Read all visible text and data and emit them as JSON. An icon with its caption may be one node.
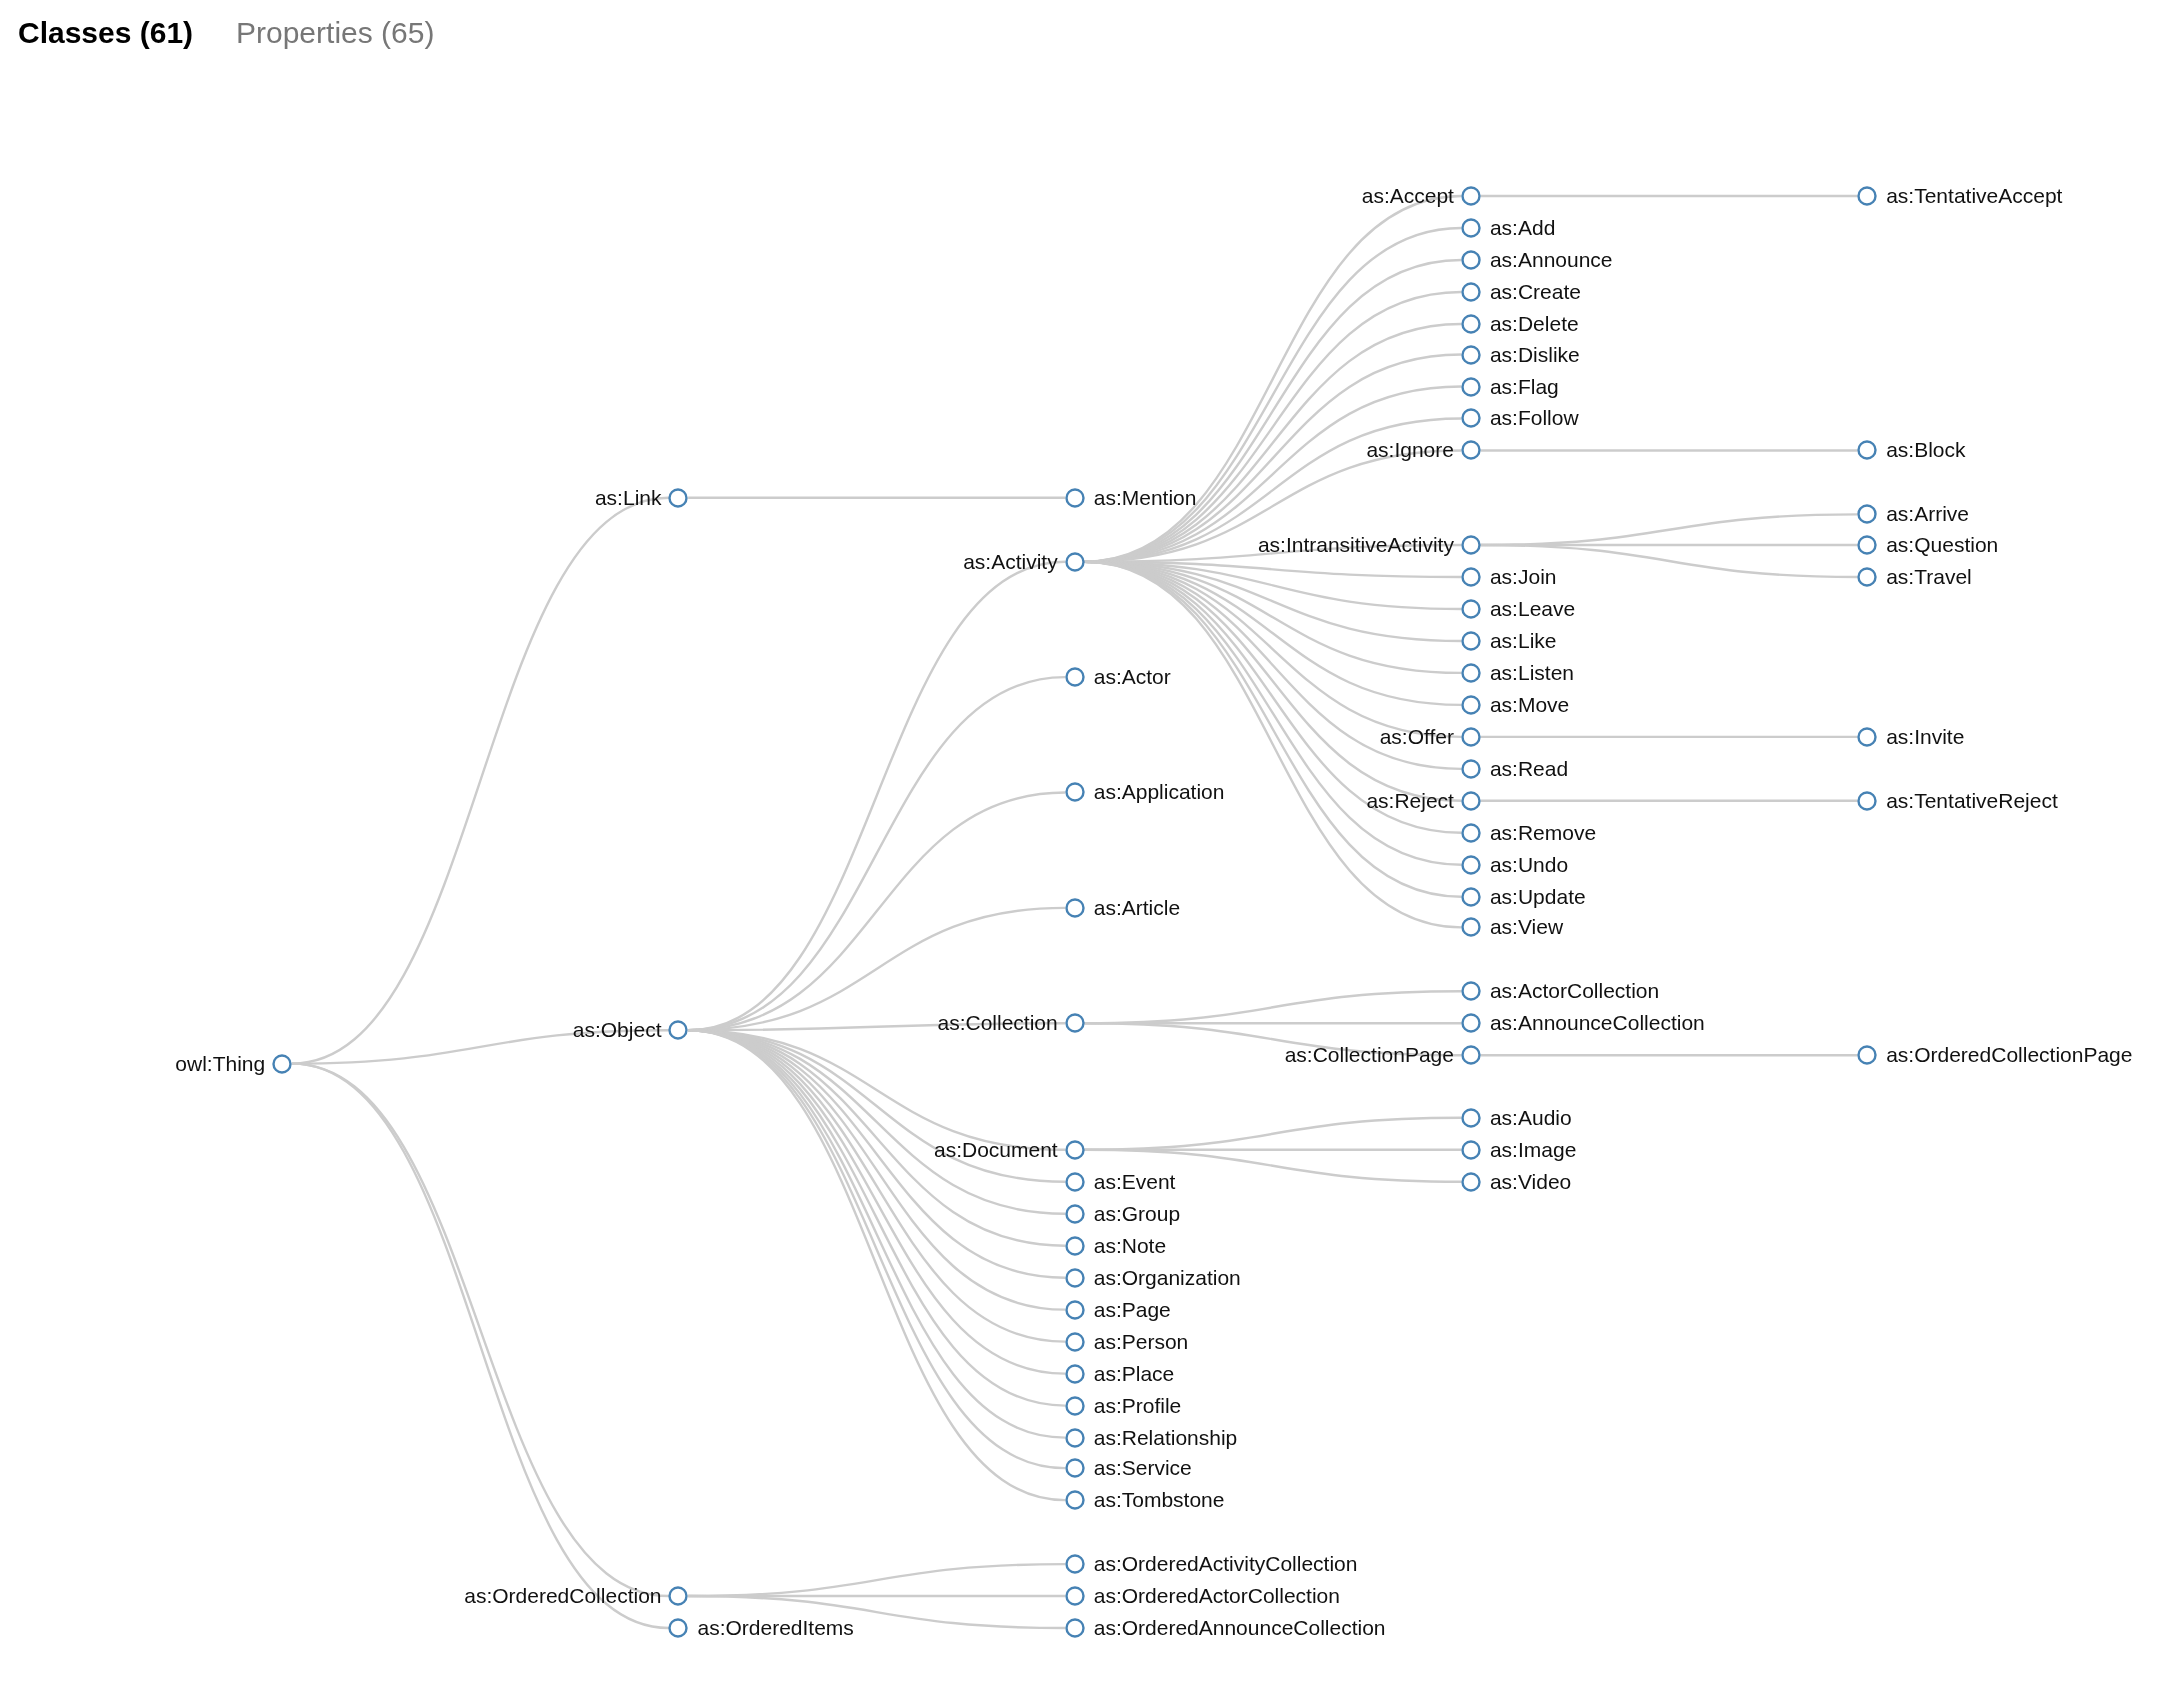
{
  "diagram": {
    "nodes": [
      {
        "text": [
          "owl:Thing"
        ]
      },
      {
        "text": [
          "as:Link"
        ]
      },
      {
        "text": [
          "as:Mention"
        ]
      },
      {
        "text": [
          "as:Object"
        ]
      },
      {
        "text": [
          "as:Activity"
        ]
      },
      {
        "text": [
          "as:Accept"
        ]
      },
      {
        "text": [
          "as:TentativeAccept"
        ]
      },
      {
        "text": [
          "as:Add"
        ]
      },
      {
        "text": [
          "as:Announce"
        ]
      },
      {
        "text": [
          "as:Create"
        ]
      },
      {
        "text": [
          "as:Delete"
        ]
      },
      {
        "text": [
          "as:Dislike"
        ]
      },
      {
        "text": [
          "as:Flag"
        ]
      },
      {
        "text": [
          "as:Follow"
        ]
      },
      {
        "text": [
          "as:Ignore"
        ]
      },
      {
        "text": [
          "as:Block"
        ]
      },
      {
        "text": [
          "as:IntransitiveActivity"
        ]
      },
      {
        "text": [
          "as:Arrive"
        ]
      },
      {
        "text": [
          "as:Question"
        ]
      },
      {
        "text": [
          "as:Travel"
        ]
      },
      {
        "text": [
          "as:Join"
        ]
      },
      {
        "text": [
          "as:Leave"
        ]
      },
      {
        "text": [
          "as:Like"
        ]
      },
      {
        "text": [
          "as:Listen"
        ]
      },
      {
        "text": [
          "as:Move"
        ]
      },
      {
        "text": [
          "as:Offer"
        ]
      },
      {
        "text": [
          "as:Invite"
        ]
      },
      {
        "text": [
          "as:Read"
        ]
      },
      {
        "text": [
          "as:Reject"
        ]
      },
      {
        "text": [
          "as:TentativeReject"
        ]
      },
      {
        "text": [
          "as:Remove"
        ]
      },
      {
        "text": [
          "as:Undo"
        ]
      },
      {
        "text": [
          "as:Update"
        ]
      },
      {
        "text": [
          "as:View"
        ]
      },
      {
        "text": [
          "as:Actor"
        ]
      },
      {
        "text": [
          "as:Application"
        ]
      },
      {
        "text": [
          "as:Article"
        ]
      },
      {
        "text": [
          "as:Collection"
        ]
      },
      {
        "text": [
          "as:ActorCollection"
        ]
      },
      {
        "text": [
          "as:AnnounceCollection"
        ]
      },
      {
        "text": [
          "as:CollectionPage"
        ]
      },
      {
        "text": [
          "as:OrderedCollectionPage"
        ]
      },
      {
        "text": [
          "as:Document"
        ]
      },
      {
        "text": [
          "as:Audio"
        ]
      },
      {
        "text": [
          "as:Image"
        ]
      },
      {
        "text": [
          "as:Video"
        ]
      },
      {
        "text": [
          "as:Event"
        ]
      },
      {
        "text": [
          "as:Group"
        ]
      },
      {
        "text": [
          "as:Note"
        ]
      },
      {
        "text": [
          "as:Organization"
        ]
      },
      {
        "text": [
          "as:Page"
        ]
      },
      {
        "text": [
          "as:Person"
        ]
      },
      {
        "text": [
          "as:Place"
        ]
      },
      {
        "text": [
          "as:Profile"
        ]
      },
      {
        "text": [
          "as:Relationship"
        ]
      },
      {
        "text": [
          "as:Service"
        ]
      },
      {
        "text": [
          "as:Tombstone"
        ]
      },
      {
        "text": [
          "as:OrderedCollection"
        ]
      },
      {
        "text": [
          "as:OrderedActivityCollection"
        ]
      },
      {
        "text": [
          "as:OrderedActorCollection"
        ]
      },
      {
        "text": [
          "as:OrderedAnnounceCollection"
        ]
      },
      {
        "text": [
          "as:OrderedItems"
        ]
      }
    ],
    "edges": [
      {
        "from": 0,
        "to": 1,
        "arrow": "none"
      },
      {
        "from": 0,
        "to": 3,
        "arrow": "none"
      },
      {
        "from": 0,
        "to": 57,
        "arrow": "none"
      },
      {
        "from": 0,
        "to": 61,
        "arrow": "none"
      },
      {
        "from": 1,
        "to": 2,
        "arrow": "none"
      },
      {
        "from": 3,
        "to": 4,
        "arrow": "none"
      },
      {
        "from": 3,
        "to": 34,
        "arrow": "none"
      },
      {
        "from": 3,
        "to": 35,
        "arrow": "none"
      },
      {
        "from": 3,
        "to": 36,
        "arrow": "none"
      },
      {
        "from": 3,
        "to": 37,
        "arrow": "none"
      },
      {
        "from": 3,
        "to": 42,
        "arrow": "none"
      },
      {
        "from": 3,
        "to": 46,
        "arrow": "none"
      },
      {
        "from": 3,
        "to": 47,
        "arrow": "none"
      },
      {
        "from": 3,
        "to": 48,
        "arrow": "none"
      },
      {
        "from": 3,
        "to": 49,
        "arrow": "none"
      },
      {
        "from": 3,
        "to": 50,
        "arrow": "none"
      },
      {
        "from": 3,
        "to": 51,
        "arrow": "none"
      },
      {
        "from": 3,
        "to": 52,
        "arrow": "none"
      },
      {
        "from": 3,
        "to": 53,
        "arrow": "none"
      },
      {
        "from": 3,
        "to": 54,
        "arrow": "none"
      },
      {
        "from": 3,
        "to": 55,
        "arrow": "none"
      },
      {
        "from": 3,
        "to": 56,
        "arrow": "none"
      },
      {
        "from": 4,
        "to": 5,
        "arrow": "none"
      },
      {
        "from": 4,
        "to": 7,
        "arrow": "none"
      },
      {
        "from": 4,
        "to": 8,
        "arrow": "none"
      },
      {
        "from": 4,
        "to": 9,
        "arrow": "none"
      },
      {
        "from": 4,
        "to": 10,
        "arrow": "none"
      },
      {
        "from": 4,
        "to": 11,
        "arrow": "none"
      },
      {
        "from": 4,
        "to": 12,
        "arrow": "none"
      },
      {
        "from": 4,
        "to": 13,
        "arrow": "none"
      },
      {
        "from": 4,
        "to": 14,
        "arrow": "none"
      },
      {
        "from": 4,
        "to": 16,
        "arrow": "none"
      },
      {
        "from": 4,
        "to": 20,
        "arrow": "none"
      },
      {
        "from": 4,
        "to": 21,
        "arrow": "none"
      },
      {
        "from": 4,
        "to": 22,
        "arrow": "none"
      },
      {
        "from": 4,
        "to": 23,
        "arrow": "none"
      },
      {
        "from": 4,
        "to": 24,
        "arrow": "none"
      },
      {
        "from": 4,
        "to": 25,
        "arrow": "none"
      },
      {
        "from": 4,
        "to": 27,
        "arrow": "none"
      },
      {
        "from": 4,
        "to": 28,
        "arrow": "none"
      },
      {
        "from": 4,
        "to": 30,
        "arrow": "none"
      },
      {
        "from": 4,
        "to": 31,
        "arrow": "none"
      },
      {
        "from": 4,
        "to": 32,
        "arrow": "none"
      },
      {
        "from": 4,
        "to": 33,
        "arrow": "none"
      },
      {
        "from": 5,
        "to": 6,
        "arrow": "none"
      },
      {
        "from": 14,
        "to": 15,
        "arrow": "none"
      },
      {
        "from": 16,
        "to": 17,
        "arrow": "none"
      },
      {
        "from": 16,
        "to": 18,
        "arrow": "none"
      },
      {
        "from": 16,
        "to": 19,
        "arrow": "none"
      },
      {
        "from": 25,
        "to": 26,
        "arrow": "none"
      },
      {
        "from": 28,
        "to": 29,
        "arrow": "none"
      },
      {
        "from": 37,
        "to": 38,
        "arrow": "none"
      },
      {
        "from": 37,
        "to": 39,
        "arrow": "none"
      },
      {
        "from": 37,
        "to": 40,
        "arrow": "none"
      },
      {
        "from": 40,
        "to": 41,
        "arrow": "none"
      },
      {
        "from": 42,
        "to": 43,
        "arrow": "none"
      },
      {
        "from": 42,
        "to": 44,
        "arrow": "none"
      },
      {
        "from": 42,
        "to": 45,
        "arrow": "none"
      },
      {
        "from": 57,
        "to": 58,
        "arrow": "none"
      },
      {
        "from": 57,
        "to": 59,
        "arrow": "none"
      },
      {
        "from": 57,
        "to": 60,
        "arrow": "none"
      }
    ],
    "labels": [
      "Classes (61)",
      "Properties (65)"
    ]
  }
}
